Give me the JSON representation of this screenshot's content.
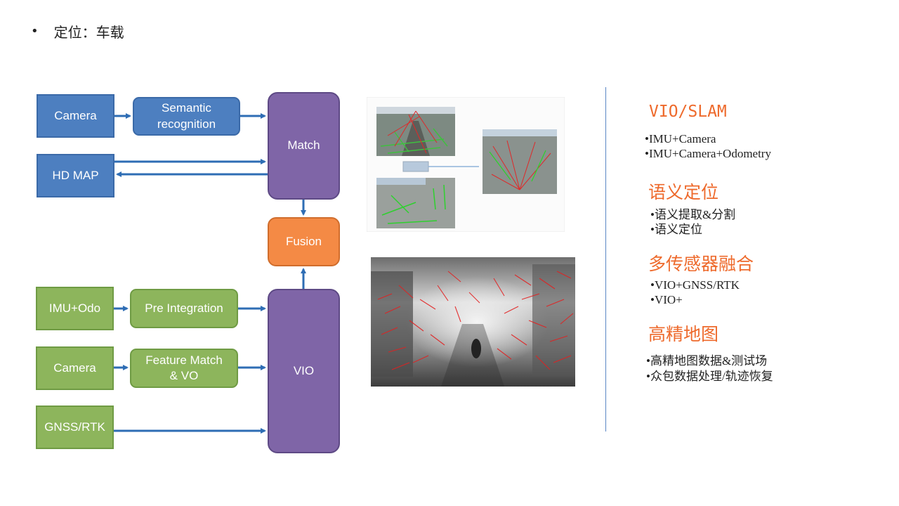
{
  "title": {
    "bullet": "•",
    "text": "定位：车载"
  },
  "diagram": {
    "camera_top": "Camera",
    "semantic": "Semantic\nrecognition",
    "hd_map": "HD MAP",
    "match": "Match",
    "fusion": "Fusion",
    "imu_odo": "IMU+Odo",
    "pre_integration": "Pre Integration",
    "camera_bottom": "Camera",
    "feature_match": "Feature Match\n& VO",
    "gnss": "GNSS/RTK",
    "vio": "VIO"
  },
  "right": {
    "sections": [
      {
        "heading": "VIO/SLAM",
        "items": [
          "•IMU+Camera",
          "•IMU+Camera+Odometry"
        ]
      },
      {
        "heading": "语义定位",
        "items": [
          "•语义提取&分割",
          "•语义定位"
        ]
      },
      {
        "heading": "多传感器融合",
        "items": [
          "•VIO+GNSS/RTK",
          "•VIO+"
        ]
      },
      {
        "heading": "高精地图",
        "items": [
          "•高精地图数据&测试场",
          "•众包数据处理/轨迹恢复"
        ]
      }
    ]
  },
  "colors": {
    "blue": "#4d7fc0",
    "green": "#8db55c",
    "purple": "#7f65a7",
    "orange": "#f48a45",
    "arrow": "#2e6db4",
    "heading": "#ee6a2c"
  }
}
